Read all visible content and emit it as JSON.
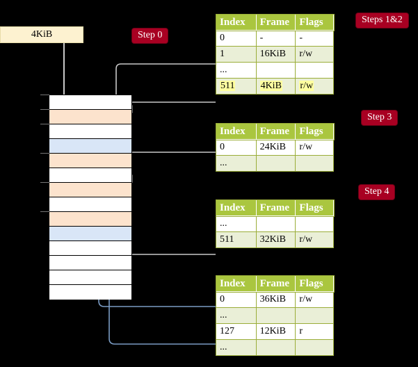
{
  "source_box": {
    "label": "4KiB"
  },
  "steps": [
    {
      "name": "step-0",
      "label": "Step 0"
    },
    {
      "name": "steps-1-2",
      "label": "Steps 1&2"
    },
    {
      "name": "step-3",
      "label": "Step 3"
    },
    {
      "name": "step-4",
      "label": "Step 4"
    }
  ],
  "colors": {
    "background": "#000000",
    "pill": "#a80022",
    "table_header": "#aac63f",
    "table_alt_row": "#eaefd7",
    "highlight": "#ffffa0",
    "mem_orange": "#fce3cd",
    "mem_blue": "#d9e6f7",
    "source_box": "#fdf2d0",
    "gray_connector": "#c9c9c9",
    "blue_connector": "#7b9cc4"
  },
  "tables": [
    {
      "name": "page-table-1",
      "headers": [
        "Index",
        "Frame",
        "Flags"
      ],
      "rows": [
        {
          "style": "plain",
          "cells": [
            "0",
            "-",
            "-"
          ],
          "highlight": false
        },
        {
          "style": "alt",
          "cells": [
            "1",
            "16KiB",
            "r/w"
          ],
          "highlight": false
        },
        {
          "style": "plain",
          "cells": [
            "...",
            "",
            ""
          ],
          "highlight": false
        },
        {
          "style": "alt",
          "cells": [
            "511",
            "4KiB",
            "r/w"
          ],
          "highlight": true
        }
      ]
    },
    {
      "name": "page-table-2",
      "headers": [
        "Index",
        "Frame",
        "Flags"
      ],
      "rows": [
        {
          "style": "plain",
          "cells": [
            "0",
            "24KiB",
            "r/w"
          ],
          "highlight": false
        },
        {
          "style": "alt",
          "cells": [
            "...",
            "",
            ""
          ],
          "highlight": false
        }
      ]
    },
    {
      "name": "page-table-3",
      "headers": [
        "Index",
        "Frame",
        "Flags"
      ],
      "rows": [
        {
          "style": "plain",
          "cells": [
            "...",
            "",
            ""
          ],
          "highlight": false
        },
        {
          "style": "alt",
          "cells": [
            "511",
            "32KiB",
            "r/w"
          ],
          "highlight": false
        }
      ]
    },
    {
      "name": "page-table-4",
      "headers": [
        "Index",
        "Frame",
        "Flags"
      ],
      "rows": [
        {
          "style": "plain",
          "cells": [
            "0",
            "36KiB",
            "r/w"
          ],
          "highlight": false
        },
        {
          "style": "alt",
          "cells": [
            "...",
            "",
            ""
          ],
          "highlight": false
        },
        {
          "style": "plain",
          "cells": [
            "127",
            "12KiB",
            "r"
          ],
          "highlight": false
        },
        {
          "style": "alt",
          "cells": [
            "...",
            "",
            ""
          ],
          "highlight": false
        }
      ]
    }
  ],
  "memory_column": {
    "name": "physical-memory-column",
    "rows": [
      {
        "fill": "white"
      },
      {
        "fill": "orange"
      },
      {
        "fill": "white"
      },
      {
        "fill": "blue"
      },
      {
        "fill": "orange"
      },
      {
        "fill": "white"
      },
      {
        "fill": "orange"
      },
      {
        "fill": "white"
      },
      {
        "fill": "orange"
      },
      {
        "fill": "blue"
      },
      {
        "fill": "white"
      },
      {
        "fill": "white"
      },
      {
        "fill": "white"
      },
      {
        "fill": "white"
      }
    ]
  }
}
